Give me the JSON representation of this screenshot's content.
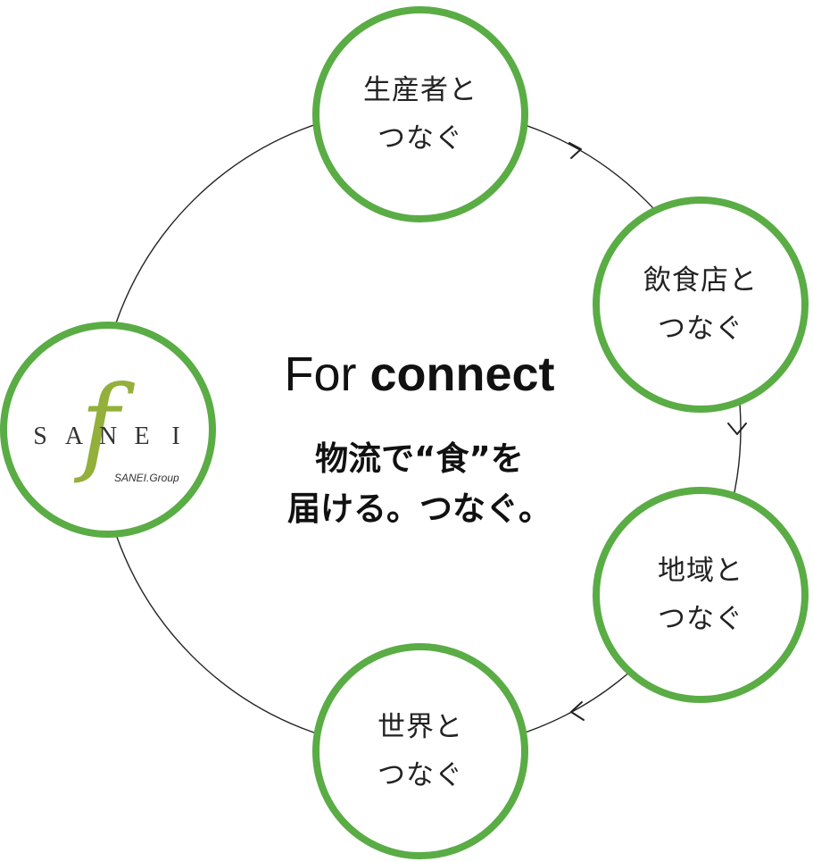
{
  "title": {
    "prefix": "For",
    "emphasis": "connect"
  },
  "tagline": {
    "line1": "物流で“食”を",
    "line2": "届ける。つなぐ。"
  },
  "logo": {
    "wordmark": [
      "S",
      "A",
      "N",
      "E",
      "I"
    ],
    "monogram": "f",
    "group_label": "SANEI.Group"
  },
  "nodes": {
    "producers": {
      "line1": "生産者と",
      "line2": "つなぐ"
    },
    "restaurants": {
      "line1": "飲食店と",
      "line2": "つなぐ"
    },
    "region": {
      "line1": "地域と",
      "line2": "つなぐ"
    },
    "world": {
      "line1": "世界と",
      "line2": "つなぐ"
    }
  },
  "colors": {
    "ring": "#5aac45",
    "connector": "#222222",
    "logo_accent": "#93b03b"
  }
}
